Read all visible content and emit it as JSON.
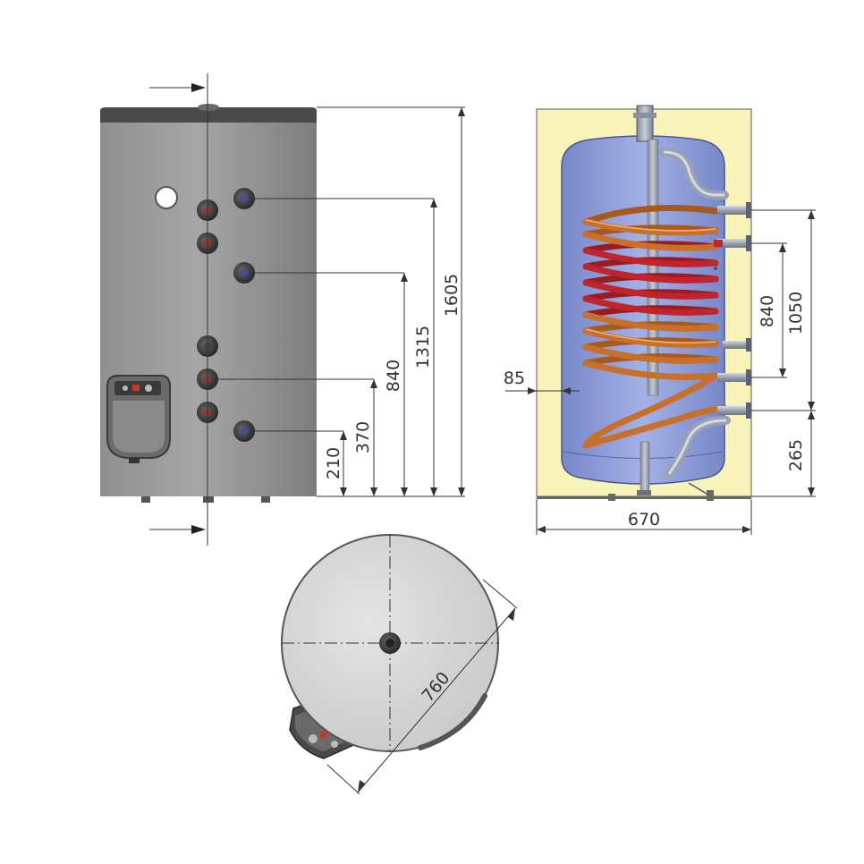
{
  "dimensions": {
    "front_heights": [
      "210",
      "370",
      "840",
      "1315",
      "1605"
    ],
    "section_offset": "85",
    "section_width": "670",
    "section_heights": [
      "840",
      "1050",
      "265"
    ],
    "diameter": "760"
  },
  "colors": {
    "tank_body": "#9a9a9a",
    "tank_lid": "#4a4a4a",
    "insulation": "#f8f3b8",
    "vessel": "#8e9ed8",
    "coil_copper": "#c8702a",
    "coil_red": "#c0242c",
    "pipe": "#aab0bd"
  }
}
